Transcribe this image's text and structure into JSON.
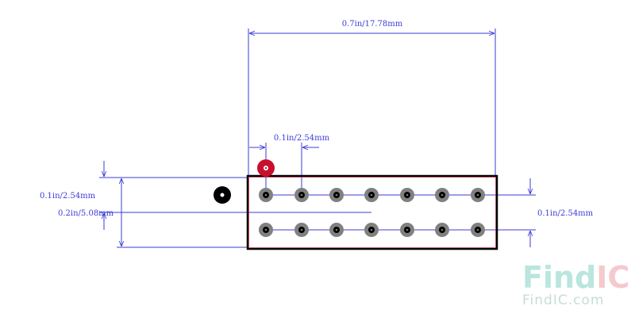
{
  "dimensions": {
    "width_label": "0.7in/17.78mm",
    "pitch_label": "0.1in/2.54mm",
    "left_pitch_label": "0.1in/2.54mm",
    "row_spacing_label": "0.2in/5.08mm",
    "right_pitch_label": "0.1in/2.54mm"
  },
  "footprint": {
    "pins_per_row": 7,
    "rows": 2,
    "pin1_color": "#c8102e",
    "pad_color": "#808080",
    "outline_color": "#000000",
    "dimension_color": "#3b3bd6"
  },
  "watermark": {
    "brand_part1": "Find",
    "brand_part2": "IC",
    "site": "FindIC.com",
    "color1": "#b9e6de",
    "color2": "#f5c9cd"
  }
}
